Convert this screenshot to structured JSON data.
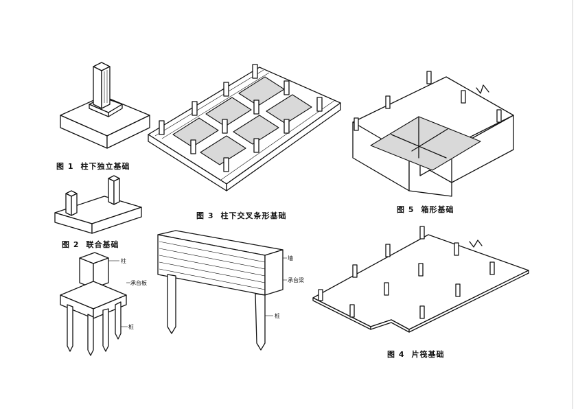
{
  "figures": [
    {
      "id": "fig1",
      "number": "图 1",
      "title": "柱下独立基础"
    },
    {
      "id": "fig2",
      "number": "图 2",
      "title": "联合基础"
    },
    {
      "id": "fig3",
      "number": "图 3",
      "title": "柱下交叉条形基础"
    },
    {
      "id": "fig4",
      "number": "图 4",
      "title": "片筏基础"
    },
    {
      "id": "fig5",
      "number": "图 5",
      "title": "箱形基础"
    }
  ],
  "pile_cap_labels": {
    "column": "柱",
    "cap_plate": "承台板",
    "pile": "桩"
  },
  "wall_pile_labels": {
    "wall": "墙",
    "cap_beam": "承台梁",
    "pile": "桩"
  }
}
